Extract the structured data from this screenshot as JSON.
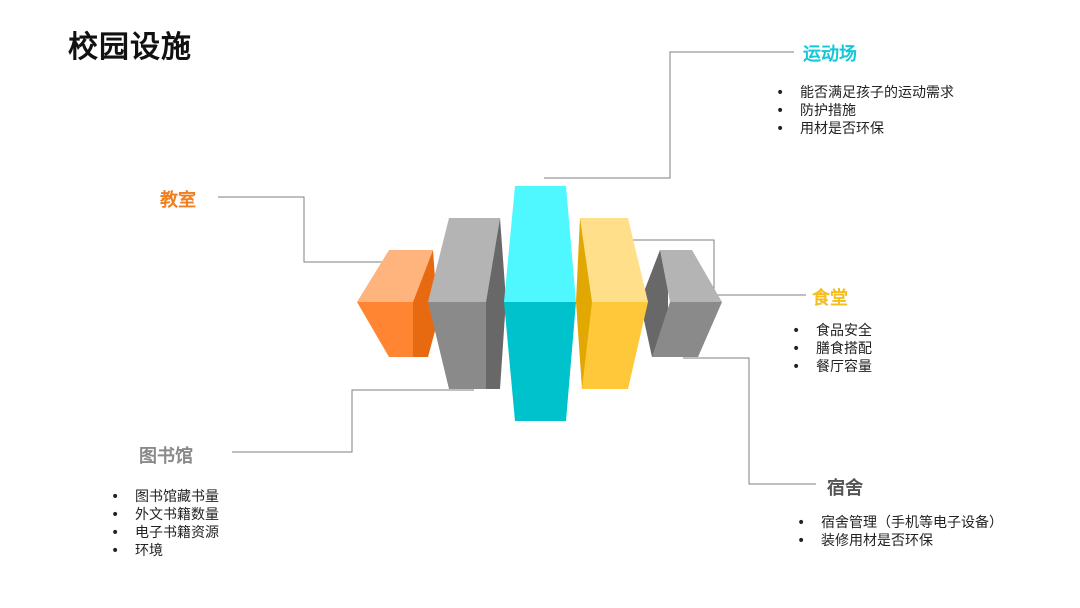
{
  "title": "校园设施",
  "facilities": [
    {
      "name": "运动场",
      "color": "#14c8d8",
      "items": [
        "能否满足孩子的运动需求",
        "防护措施",
        "用材是否环保"
      ]
    },
    {
      "name": "教室",
      "color": "#f07f1f",
      "items": []
    },
    {
      "name": "食堂",
      "color": "#f5be1e",
      "items": [
        "食品安全",
        "膳食搭配",
        "餐厅容量"
      ]
    },
    {
      "name": "图书馆",
      "color": "#8a8a8a",
      "items": [
        "图书馆藏书量",
        "外文书籍数量",
        "电子书籍资源",
        "环境"
      ]
    },
    {
      "name": "宿舍",
      "color": "#555555",
      "items": [
        "宿舍管理（手机等电子设备）",
        "装修用材是否环保"
      ]
    }
  ],
  "colors": {
    "cyan_light": "#4ff8ff",
    "cyan_dark": "#00c2cd",
    "orange_light": "#ffb47e",
    "orange_mid": "#ff8533",
    "orange_dark": "#e86a10",
    "yellow_light": "#ffdf8a",
    "yellow_mid": "#ffc83a",
    "yellow_dark": "#e0a800",
    "gray_light": "#b4b4b4",
    "gray_mid": "#8a8a8a",
    "gray_dark": "#686868",
    "connector": "#7f7f7f"
  }
}
